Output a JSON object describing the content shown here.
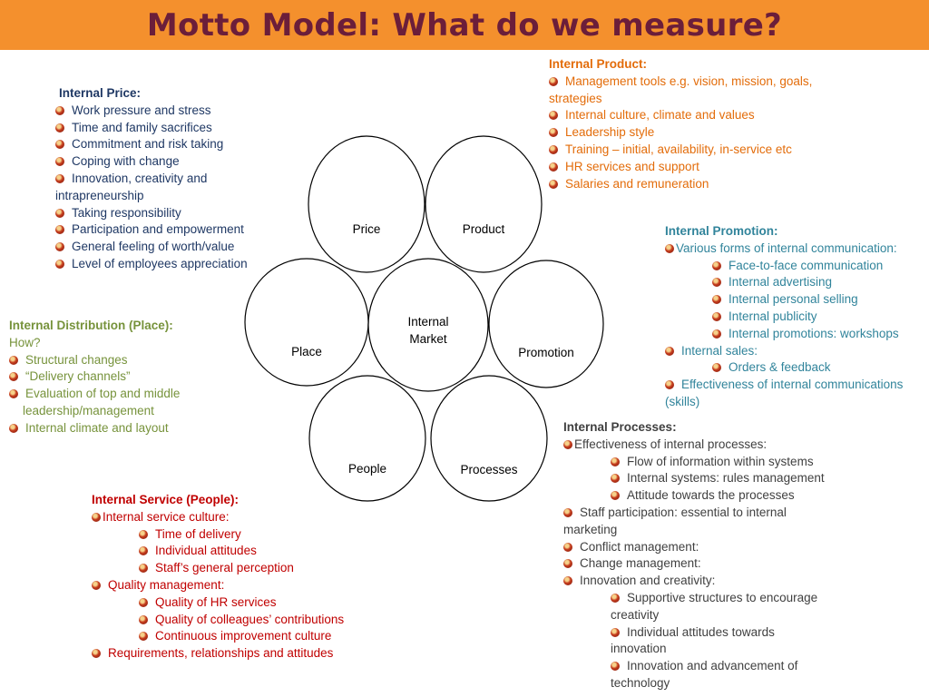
{
  "title": "Motto Model:  What do we measure?",
  "colors": {
    "title_bar": "#f4902d",
    "title_text": "#6b1e3a",
    "price": "#1f3864",
    "product": "#e36c0a",
    "promotion": "#31849b",
    "place": "#77933c",
    "people": "#c00000",
    "processes": "#404040"
  },
  "diagram": {
    "circles": [
      {
        "id": "price",
        "label": "Price"
      },
      {
        "id": "product",
        "label": "Product"
      },
      {
        "id": "internal-market",
        "label": "Internal Market",
        "lines": [
          "Internal",
          "Market"
        ]
      },
      {
        "id": "place",
        "label": "Place"
      },
      {
        "id": "promotion",
        "label": "Promotion"
      },
      {
        "id": "people",
        "label": "People"
      },
      {
        "id": "processes",
        "label": "Processes"
      }
    ]
  },
  "price": {
    "heading": "Internal Price:",
    "items": [
      "Work pressure and stress",
      "Time and family sacrifices",
      "Commitment and risk taking",
      "Coping with change",
      "Innovation, creativity and",
      "Taking responsibility",
      "Participation and empowerment",
      "General feeling of worth/value",
      "Level of employees appreciation"
    ],
    "wrap": "intrapreneurship"
  },
  "product": {
    "heading": "Internal Product:",
    "item1": "Management tools e.g. vision, mission, goals,",
    "item1_wrap": "strategies",
    "items": [
      "Internal culture, climate and values",
      "Leadership style",
      "Training – initial, availability, in-service etc",
      "HR services and support",
      "Salaries and remuneration"
    ]
  },
  "promotion": {
    "heading": "Internal Promotion:",
    "intro": "Various forms of internal communication:",
    "sub": [
      "Face-to-face communication",
      "Internal advertising",
      "Internal personal selling",
      "Internal publicity",
      "Internal promotions: workshops"
    ],
    "sales": "Internal sales:",
    "sales_sub": "Orders & feedback",
    "effectiveness": "Effectiveness of internal communications",
    "effectiveness_wrap": "(skills)"
  },
  "place": {
    "heading": "Internal Distribution (Place):",
    "how": "How?",
    "items": [
      "Structural changes",
      "“Delivery channels”",
      "Evaluation of top and middle"
    ],
    "wrap": "leadership/management",
    "last": "Internal climate and layout"
  },
  "processes": {
    "heading": "Internal Processes:",
    "intro": "Effectiveness of internal processes:",
    "sub": [
      "Flow of information within systems",
      "Internal systems: rules management",
      "Attitude towards the processes"
    ],
    "staff": "Staff participation: essential to internal",
    "staff_wrap": "marketing",
    "conflict": "Conflict management:",
    "change": "Change management:",
    "innovation": "Innovation and creativity:",
    "innov_sub": [
      {
        "text": "Supportive structures to encourage",
        "wrap": "creativity"
      },
      {
        "text": "Individual attitudes towards",
        "wrap": "innovation"
      },
      {
        "text": "Innovation and advancement of",
        "wrap": "technology"
      }
    ]
  },
  "people": {
    "heading": "Internal Service (People):",
    "intro": "Internal service culture:",
    "sub1": [
      "Time of delivery",
      "Individual attitudes",
      "Staff’s general perception"
    ],
    "quality": "Quality management:",
    "sub2": [
      "Quality of HR services",
      "Quality of colleagues’ contributions",
      "Continuous improvement culture"
    ],
    "req": "Requirements, relationships and attitudes"
  }
}
